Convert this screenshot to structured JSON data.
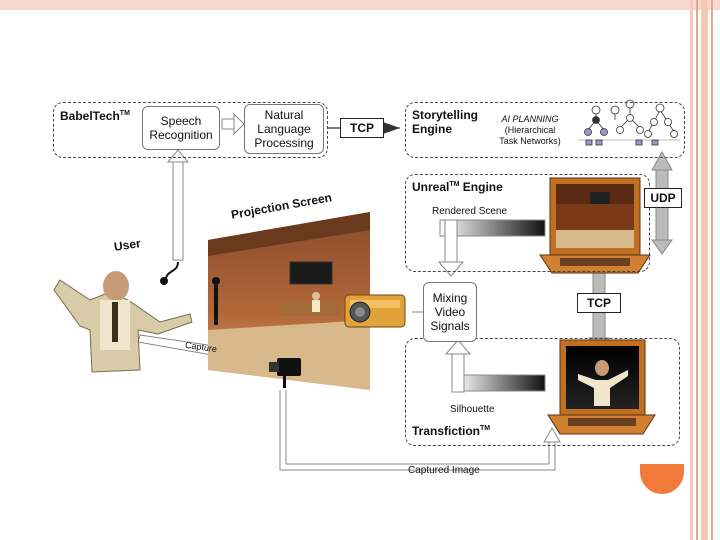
{
  "theme": {
    "top_bar": "#f6d9cc",
    "stripe_light": "#f6c9b4",
    "stripe_dark": "#e8a68a",
    "accent": "#f27a3a"
  },
  "diagram": {
    "babeltech": {
      "name": "BabelTech",
      "tm": "TM"
    },
    "speech_recognition": {
      "line1": "Speech",
      "line2": "Recognition"
    },
    "nlp": {
      "line1": "Natural",
      "line2": "Language",
      "line3": "Processing"
    },
    "tcp_top": "TCP",
    "storytelling": {
      "line1": "Storytelling",
      "line2": "Engine"
    },
    "ai_planning": {
      "title": "AI PLANNING",
      "line1": "(Hierarchical",
      "line2": "Task Networks)"
    },
    "unreal": {
      "name": "Unreal",
      "tm": "TM",
      "suffix": " Engine"
    },
    "udp": "UDP",
    "rendered_scene": "Rendered Scene",
    "projection_screen": "Projection Screen",
    "user": "User",
    "capture": "Capture",
    "mixing": {
      "line1": "Mixing",
      "line2": "Video",
      "line3": "Signals"
    },
    "tcp_mid": "TCP",
    "silhouette": "Silhouette",
    "transfiction": {
      "name": "Transfiction",
      "tm": "TM"
    },
    "captured_image": "Captured Image"
  }
}
